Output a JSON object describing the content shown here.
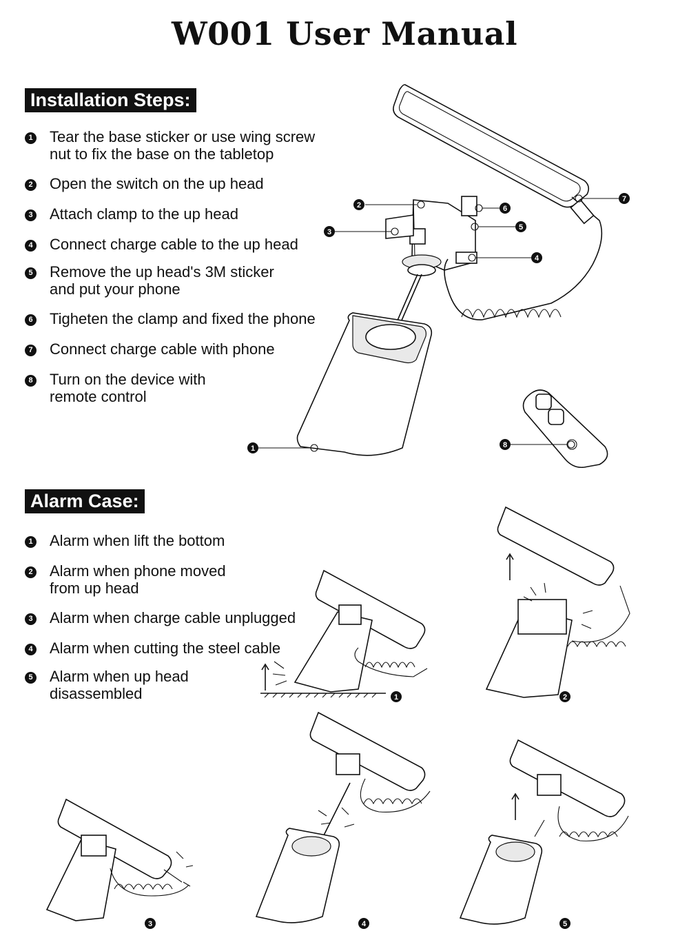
{
  "title": "W001 User Manual",
  "installation": {
    "heading": "Installation Steps:",
    "steps": [
      {
        "num": "1",
        "text": "Tear the base sticker or use wing screw\nnut to fix the base on the tabletop"
      },
      {
        "num": "2",
        "text": "Open the switch on the up head"
      },
      {
        "num": "3",
        "text": "Attach clamp to the up head"
      },
      {
        "num": "4",
        "text": "Connect charge cable to the up head"
      },
      {
        "num": "5",
        "text": "Remove the up head's 3M sticker\nand put your phone"
      },
      {
        "num": "6",
        "text": "Tigheten the clamp and fixed the phone"
      },
      {
        "num": "7",
        "text": "Connect charge cable with phone"
      },
      {
        "num": "8",
        "text": "Turn on the device with\nremote control"
      }
    ],
    "callouts": [
      "1",
      "2",
      "3",
      "4",
      "5",
      "6",
      "7",
      "8"
    ]
  },
  "alarm": {
    "heading": "Alarm Case:",
    "cases": [
      {
        "num": "1",
        "text": "Alarm when lift the bottom"
      },
      {
        "num": "2",
        "text": "Alarm when phone moved\nfrom up head"
      },
      {
        "num": "3",
        "text": "Alarm when charge cable unplugged"
      },
      {
        "num": "4",
        "text": "Alarm when cutting the steel cable"
      },
      {
        "num": "5",
        "text": "Alarm when up head\ndisassembled"
      }
    ],
    "figure_labels": [
      "1",
      "2",
      "3",
      "4",
      "5"
    ]
  },
  "icons": [
    "phone-drawing",
    "stand-base-drawing",
    "up-head-drawing",
    "coiled-cable-drawing",
    "remote-control-drawing"
  ]
}
